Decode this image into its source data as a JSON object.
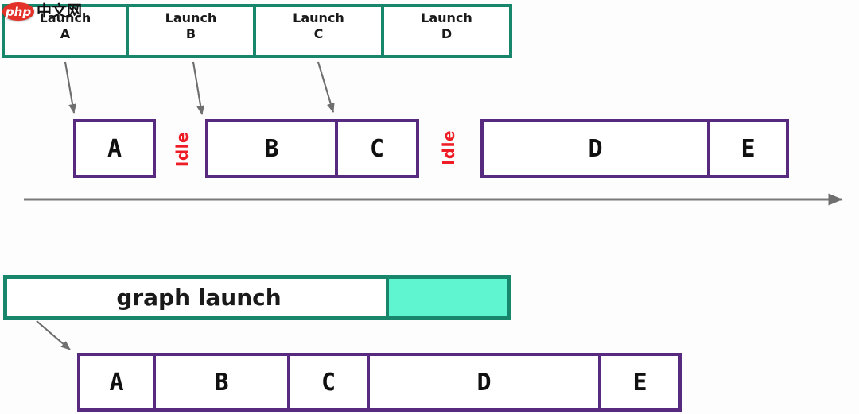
{
  "watermark": {
    "brand": "php",
    "suffix": "中文网"
  },
  "colors": {
    "teal": "#17866B",
    "mint": "#5FF5D0",
    "purple": "#572A80",
    "red": "#EE1C25",
    "arrow": "#6F6F6F",
    "ink": "#1A1A1A",
    "logo-red": "#E33129",
    "bg": "#FDFDFD"
  },
  "launch_row": {
    "items": [
      {
        "line1": "Launch",
        "line2": "A"
      },
      {
        "line1": "Launch",
        "line2": "B"
      },
      {
        "line1": "Launch",
        "line2": "C"
      },
      {
        "line1": "Launch",
        "line2": "D"
      }
    ]
  },
  "serial_row": {
    "kernels": [
      "A",
      "B",
      "C",
      "D",
      "E"
    ],
    "idle_labels": [
      "Idle",
      "Idle"
    ]
  },
  "graph_launch": {
    "label": "graph launch"
  },
  "graph_row": {
    "kernels": [
      "A",
      "B",
      "C",
      "D",
      "E"
    ]
  }
}
